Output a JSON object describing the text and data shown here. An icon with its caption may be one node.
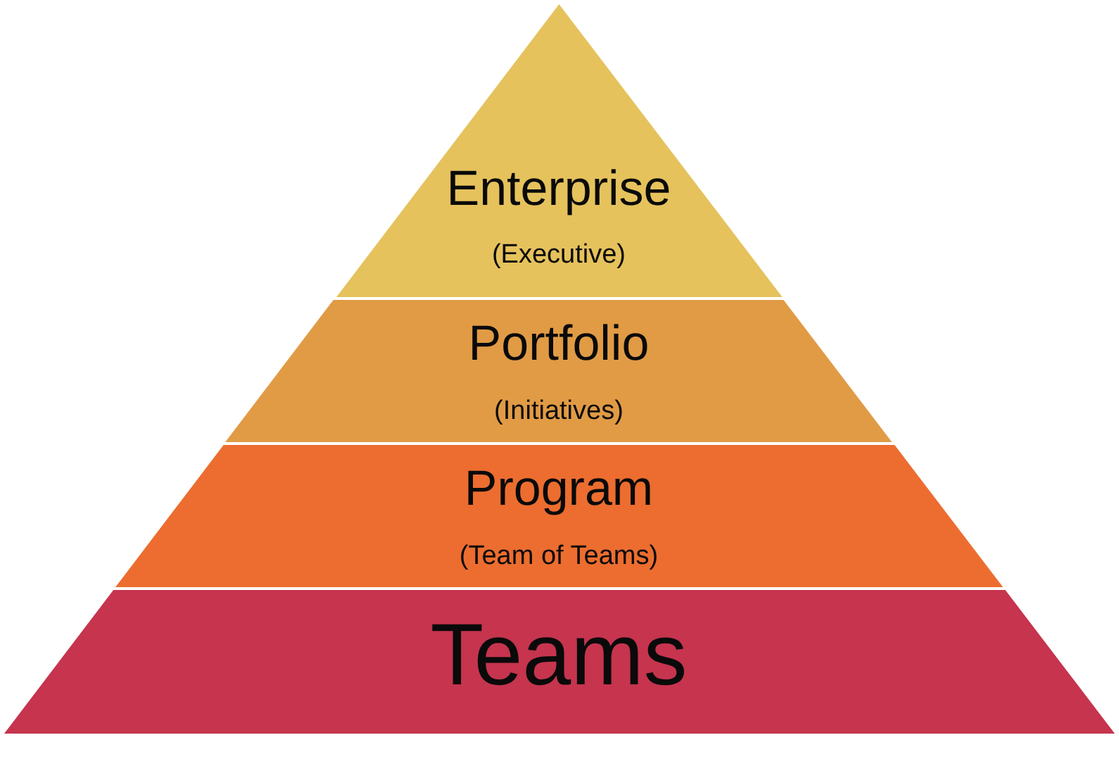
{
  "diagram": {
    "nodes": [
      {
        "text": [
          "Enterprise",
          "(Executive)"
        ]
      },
      {
        "text": [
          "Portfolio",
          "(Initiatives)"
        ]
      },
      {
        "text": [
          "Program",
          "(Team of Teams)"
        ]
      },
      {
        "text": [
          "Teams"
        ]
      }
    ]
  }
}
